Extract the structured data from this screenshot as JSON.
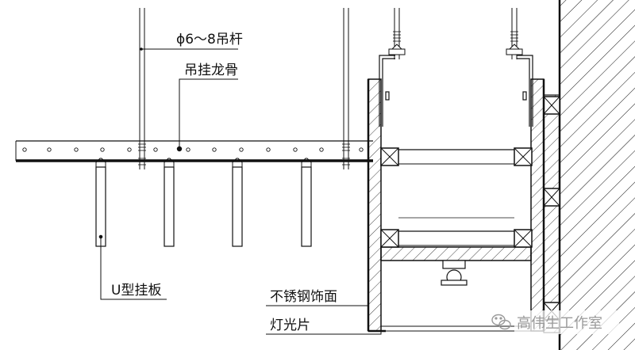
{
  "labels": {
    "rod": "ϕ6～8吊杆",
    "keel": "吊挂龙骨",
    "u_panel": "U型挂板",
    "steel_finish": "不锈钢饰面",
    "light_sheet": "灯光片"
  },
  "watermark": {
    "text": "高伟生工作室",
    "icon": "wechat-icon"
  },
  "colors": {
    "line": "#111111",
    "watermark": "#9a9a9a"
  }
}
